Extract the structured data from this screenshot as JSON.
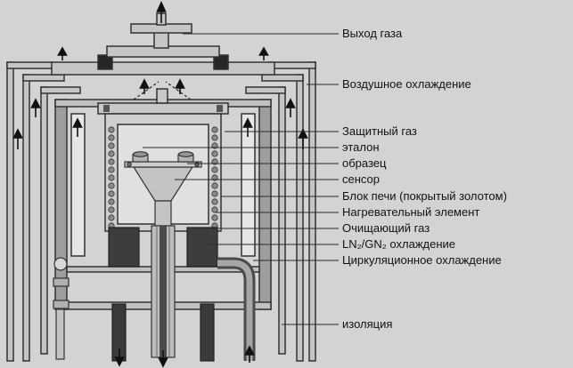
{
  "background_color": "#d3d3d3",
  "line_color": "#333333",
  "accent_dark": "#3d3d3d",
  "labels": [
    {
      "text": "Выход газа"
    },
    {
      "text": "Воздушное охлаждение"
    },
    {
      "text": "Защитный газ"
    },
    {
      "text": "эталон"
    },
    {
      "text": "образец"
    },
    {
      "text": "сенсор"
    },
    {
      "text": "Блок печи (покрытый золотом)"
    },
    {
      "text": "Нагревательный элемент"
    },
    {
      "text": "Очищающий газ"
    },
    {
      "text": "LN₂/GN₂ охлаждение"
    },
    {
      "text": "Циркуляционное охлаждение"
    },
    {
      "text": "изоляция"
    }
  ]
}
